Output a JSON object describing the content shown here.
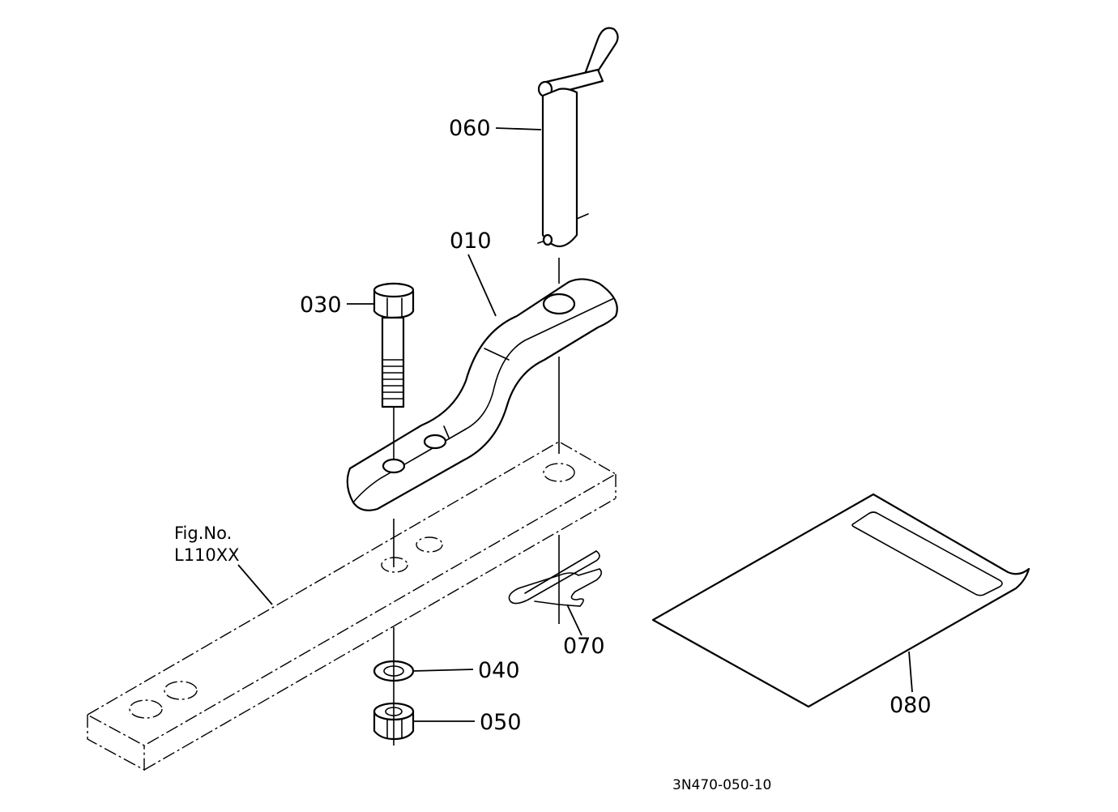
{
  "drawing_code": "3N470-050-10",
  "reference": {
    "line1": "Fig.No.",
    "line2": "L110XX"
  },
  "callouts": {
    "p010": "010",
    "p030": "030",
    "p040": "040",
    "p050": "050",
    "p060": "060",
    "p070": "070",
    "p080": "080"
  }
}
